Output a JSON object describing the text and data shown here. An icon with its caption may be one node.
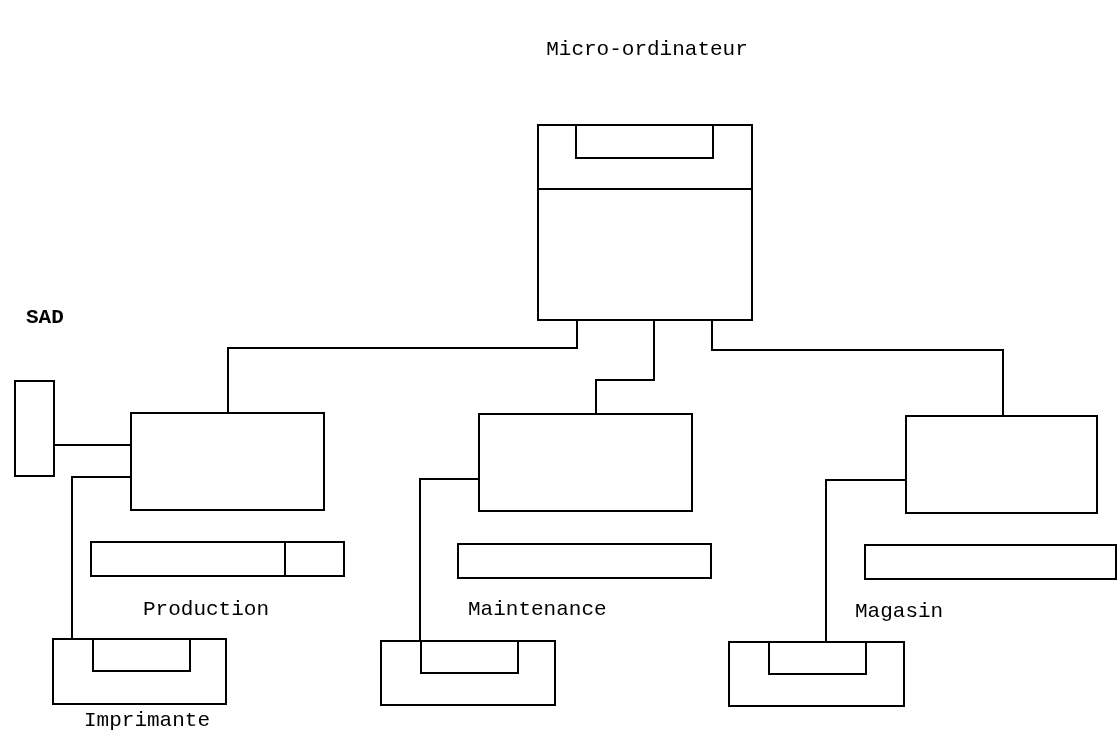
{
  "diagram": {
    "nodes": [
      {
        "text": [
          "Micro-ordinateur"
        ]
      },
      {
        "text": [
          "SAD"
        ]
      },
      {
        "text": [],
        "shape": "box"
      },
      {
        "text": [],
        "shape": "box"
      },
      {
        "text": [],
        "shape": "box"
      },
      {
        "text": [
          "Imprimante"
        ]
      },
      {
        "text": [],
        "shape": "box"
      },
      {
        "text": [],
        "shape": "box"
      }
    ],
    "edges": [
      {
        "from": 0,
        "to": 2,
        "arrow": "none"
      },
      {
        "from": 0,
        "to": 3,
        "arrow": "none"
      },
      {
        "from": 0,
        "to": 4,
        "arrow": "none"
      },
      {
        "from": 1,
        "to": 2,
        "arrow": "none"
      },
      {
        "from": 2,
        "to": 5,
        "arrow": "none"
      },
      {
        "from": 3,
        "to": 6,
        "arrow": "none"
      },
      {
        "from": 4,
        "to": 7,
        "arrow": "none"
      }
    ],
    "labels": [
      "Production",
      "Maintenance",
      "Magasin"
    ]
  }
}
